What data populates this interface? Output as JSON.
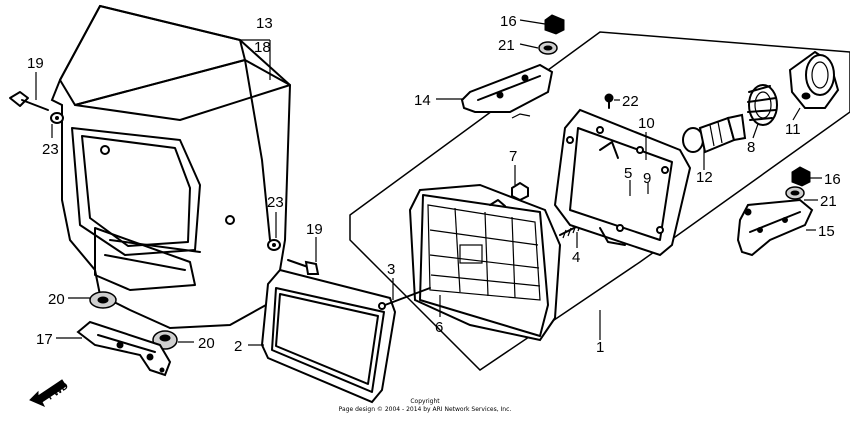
{
  "callouts": {
    "c1": "1",
    "c2": "2",
    "c3": "3",
    "c4": "4",
    "c5": "5",
    "c6": "6",
    "c7": "7",
    "c8": "8",
    "c9": "9",
    "c10": "10",
    "c11": "11",
    "c12": "12",
    "c13": "13",
    "c14": "14",
    "c15": "15",
    "c16a": "16",
    "c16b": "16",
    "c17": "17",
    "c18": "18",
    "c19a": "19",
    "c19b": "19",
    "c20a": "20",
    "c20b": "20",
    "c21a": "21",
    "c21b": "21",
    "c22": "22",
    "c23a": "23",
    "c23b": "23"
  },
  "direction_label": "FWD",
  "copyright": {
    "line1": "Copyright",
    "line2": "Page design © 2004 - 2014 by ARI Network Services, Inc."
  }
}
